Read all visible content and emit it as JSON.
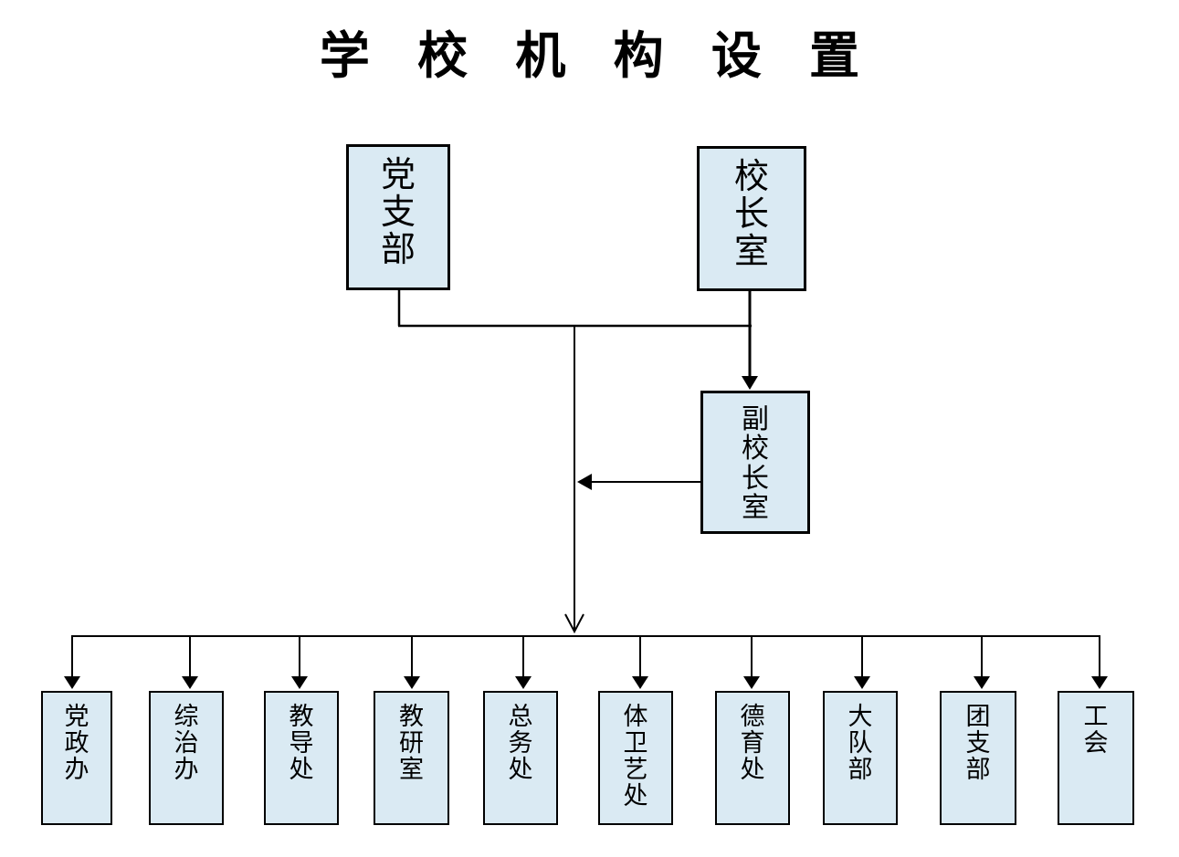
{
  "title": "学校机构设置",
  "colors": {
    "background": "#ffffff",
    "node_fill": "#daeaf3",
    "node_border": "#000000",
    "connector_line": "#000000",
    "title_text": "#000000"
  },
  "nodes": {
    "party_branch": {
      "label": "党支部"
    },
    "principal_office": {
      "label": "校长室"
    },
    "vice_principal_office": {
      "label": "副校长室"
    },
    "departments": [
      {
        "label": "党政办"
      },
      {
        "label": "综治办"
      },
      {
        "label": "教导处"
      },
      {
        "label": "教研室"
      },
      {
        "label": "总务处"
      },
      {
        "label": "体卫艺处"
      },
      {
        "label": "德育处"
      },
      {
        "label": "大队部"
      },
      {
        "label": "团支部"
      },
      {
        "label": "工会"
      }
    ]
  }
}
